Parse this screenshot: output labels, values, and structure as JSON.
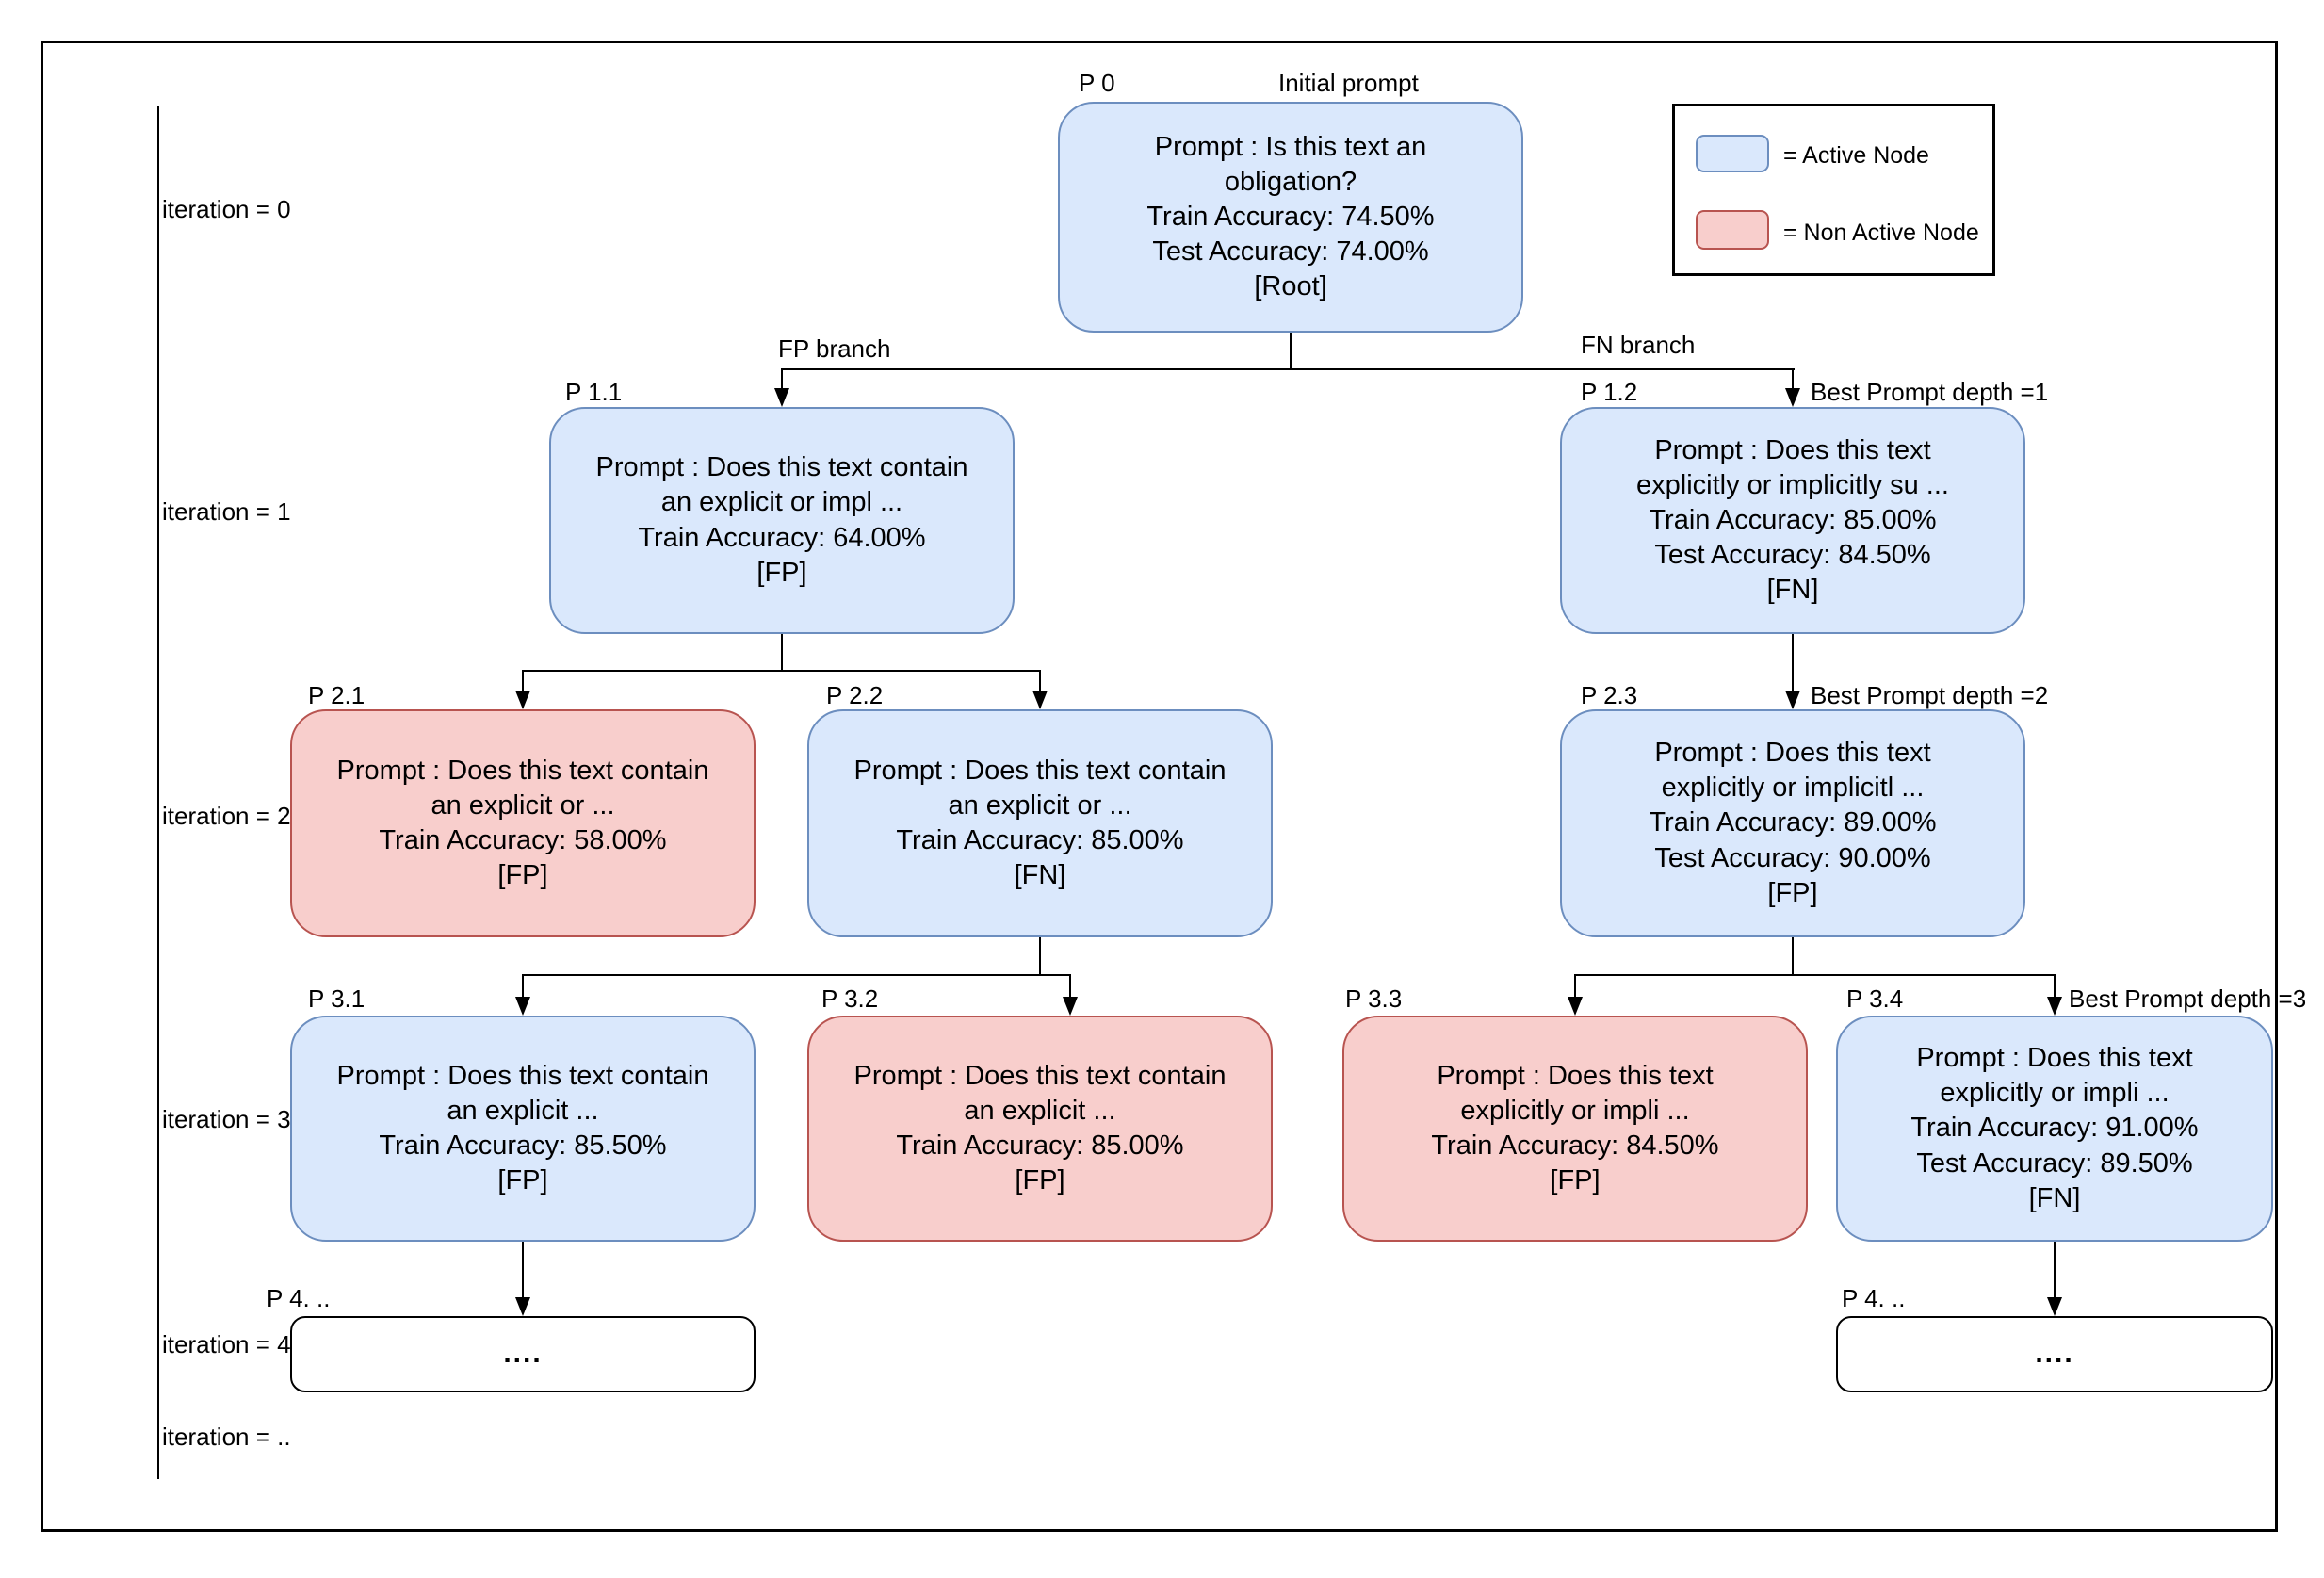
{
  "colors": {
    "active_fill": "#dae8fc",
    "active_stroke": "#6c8ebf",
    "inactive_fill": "#f8cecc",
    "inactive_stroke": "#b85450",
    "plain_stroke": "#000000",
    "connector": "#000000"
  },
  "legend": {
    "active": "= Active Node",
    "inactive": "= Non Active Node"
  },
  "iterations": [
    "iteration = 0",
    "iteration = 1",
    "iteration = 2",
    "iteration = 3",
    "iteration = 4",
    "iteration = .."
  ],
  "branch_labels": {
    "fp": "FP branch",
    "fn": "FN branch",
    "best_depth_1": "Best Prompt depth =1",
    "best_depth_2": "Best Prompt depth =2",
    "best_depth_3": "Best Prompt depth =3"
  },
  "nodes": {
    "p0": {
      "tag": "P 0",
      "caption": "Initial prompt",
      "state": "active",
      "text": "Prompt : Is this text an\nobligation?\nTrain Accuracy: 74.50%\nTest Accuracy: 74.00%\n[Root]"
    },
    "p11": {
      "tag": "P 1.1",
      "state": "active",
      "text": "Prompt : Does this text contain\nan explicit or impl ...\nTrain Accuracy: 64.00%\n[FP]"
    },
    "p12": {
      "tag": "P 1.2",
      "state": "active",
      "text": "Prompt : Does this text\nexplicitly or implicitly su ...\nTrain Accuracy: 85.00%\nTest Accuracy: 84.50%\n[FN]"
    },
    "p21": {
      "tag": "P 2.1",
      "state": "inactive",
      "text": "Prompt : Does this text contain\nan explicit or  ...\nTrain Accuracy: 58.00%\n[FP]"
    },
    "p22": {
      "tag": "P 2.2",
      "state": "active",
      "text": "Prompt : Does this text contain\nan explicit or  ...\nTrain Accuracy: 85.00%\n[FN]"
    },
    "p23": {
      "tag": "P 2.3",
      "state": "active",
      "text": "Prompt : Does this text\nexplicitly or implicitl ...\nTrain Accuracy: 89.00%\nTest Accuracy: 90.00%\n[FP]"
    },
    "p31": {
      "tag": "P 3.1",
      "state": "active",
      "text": "Prompt : Does this text contain\nan explicit ...\nTrain Accuracy: 85.50%\n[FP]"
    },
    "p32": {
      "tag": "P 3.2",
      "state": "inactive",
      "text": "Prompt : Does this text contain\nan explicit ...\nTrain Accuracy: 85.00%\n[FP]"
    },
    "p33": {
      "tag": "P 3.3",
      "state": "inactive",
      "text": "Prompt : Does this text\nexplicitly or impli ...\nTrain Accuracy: 84.50%\n[FP]"
    },
    "p34": {
      "tag": "P 3.4",
      "state": "active",
      "text": "Prompt : Does this text\nexplicitly or impli ...\nTrain Accuracy: 91.00%\nTest Accuracy: 89.50%\n[FN]"
    },
    "p4l": {
      "tag": "P 4. ..",
      "state": "plain",
      "text": "...."
    },
    "p4r": {
      "tag": "P 4. ..",
      "state": "plain",
      "text": "...."
    }
  }
}
